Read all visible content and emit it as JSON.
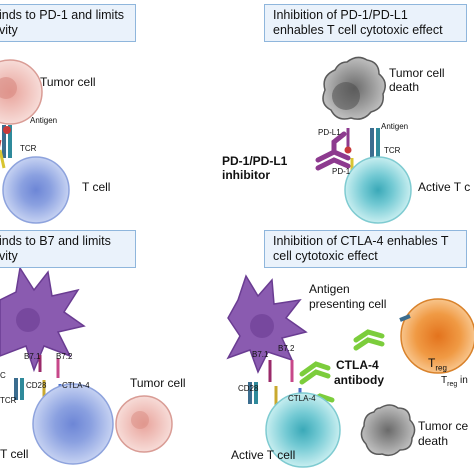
{
  "panels": {
    "top_left": {
      "title_line1": "inds to PD-1 and limits",
      "title_line2": "vity"
    },
    "top_right": {
      "title_line1": "Inhibition of PD-1/PD-L1",
      "title_line2": "enhables T cell cytotoxic effect"
    },
    "bottom_left": {
      "title_line1": "inds to B7 and limits",
      "title_line2": "vity"
    },
    "bottom_right": {
      "title_line1": "Inhibition of CTLA-4 enhables T",
      "title_line2": "cell cytotoxic effect"
    }
  },
  "labels": {
    "tl_tumor_cell": "Tumor cell",
    "tl_antigen": "Antigen",
    "tl_tcr": "TCR",
    "tl_t_cell": "T cell",
    "tr_tumor_death_1": "Tumor cell",
    "tr_tumor_death_2": "death",
    "tr_antigen": "Antigen",
    "tr_pdl1": "PD-L1",
    "tr_tcr": "TCR",
    "tr_pd1": "PD-1",
    "tr_inhibitor_1": "PD-1/PD-L1",
    "tr_inhibitor_2": "inhibitor",
    "tr_active_t": "Active T c",
    "bl_b71": "B7.1",
    "bl_b72": "B7.2",
    "bl_c": "C",
    "bl_cd28": "CD28",
    "bl_ctla4": "CTLA-4",
    "bl_tcr": "TCR",
    "bl_t_cell": "T cell",
    "bl_tumor_cell": "Tumor cell",
    "br_apc_1": "Antigen",
    "br_apc_2": "presenting cell",
    "br_b71": "B7.1",
    "br_b72": "B7.2",
    "br_cd28": "CD28",
    "br_ctla4": "CTLA-4",
    "br_antibody_1": "CTLA-4",
    "br_antibody_2": "antibody",
    "br_treg_T": "T",
    "br_treg_sub": "reg",
    "br_treg2_T": "T",
    "br_treg2_sub": "reg",
    "br_treg2_rest": " in",
    "br_active_t": "Active T cell",
    "br_tumor_death_1": "Tumor ce",
    "br_tumor_death_2": "death"
  },
  "colors": {
    "box_fill": "#eaf2fb",
    "box_border": "#8fb6dc",
    "t_cell": "#a7b8e8",
    "active_t_cell": "#9fdde2",
    "apc": "#8a5bb0",
    "tumor": "#f2c9c4",
    "dead_tumor": "#9a9a9a",
    "treg": "#f2a14a",
    "pd1_inhibitor": "#8d3a8f",
    "ctla4_antibody": "#7ccd3c"
  }
}
